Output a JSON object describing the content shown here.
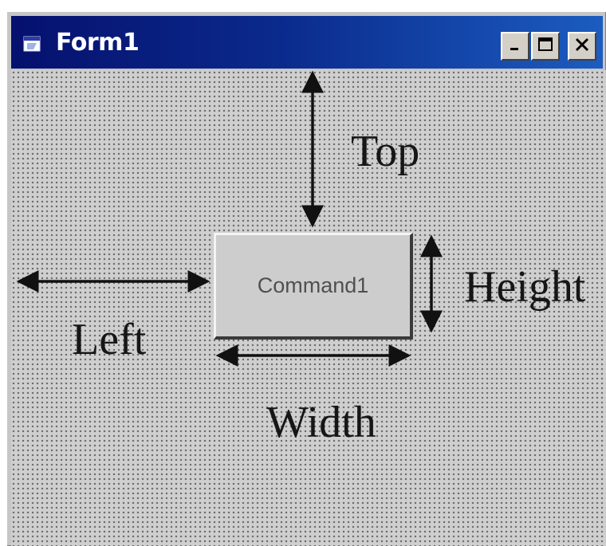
{
  "window": {
    "title": "Form1",
    "icon": "form-app-icon",
    "controls": {
      "minimize": "minimize-icon",
      "maximize": "maximize-icon",
      "close": "close-icon"
    }
  },
  "form": {
    "command_button_label": "Command1"
  },
  "dimension_labels": {
    "top": "Top",
    "height": "Height",
    "left": "Left",
    "width": "Width"
  },
  "colors": {
    "titlebar_start": "#06106e",
    "titlebar_end": "#1c5cc0",
    "form_background": "#cfcfcf",
    "arrow": "#111111"
  }
}
